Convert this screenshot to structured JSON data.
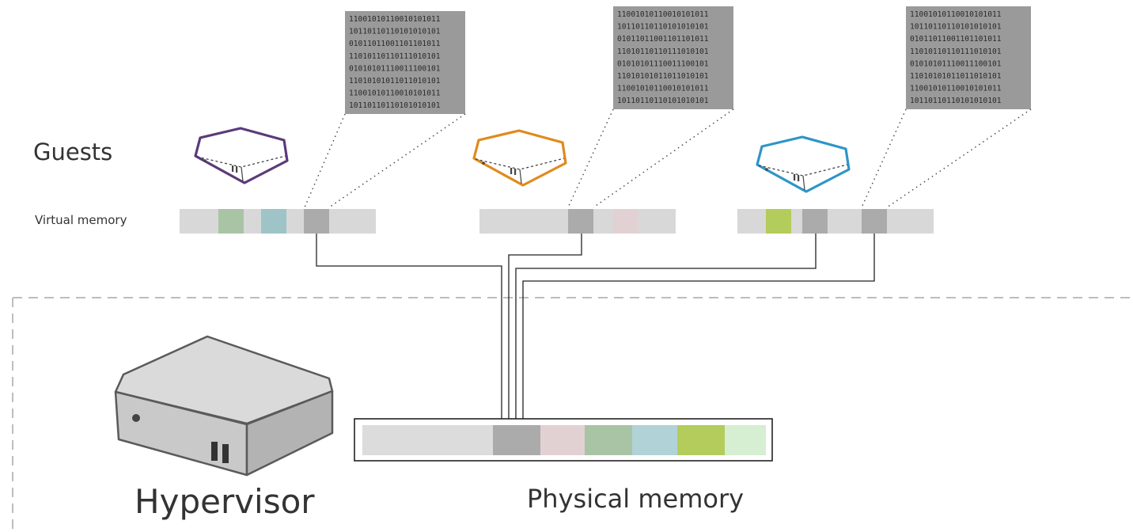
{
  "labels": {
    "guests": "Guests",
    "virtual_memory": "Virtual memory",
    "hypervisor": "Hypervisor",
    "physical_memory": "Physical memory"
  },
  "binary_lines": [
    "11001010110010101011",
    "10110110110101010101",
    "01011011001101101011",
    "11010110110111010101",
    "01010101110011100101",
    "11010101011011010101",
    "11001010110010101011",
    "10110110110101010101"
  ],
  "guests": [
    {
      "name": "guest-1",
      "color": "#5b3a7a"
    },
    {
      "name": "guest-2",
      "color": "#e08a1e"
    },
    {
      "name": "guest-3",
      "color": "#2e95c8"
    }
  ],
  "colors": {
    "page_gray": "#d8d8d8",
    "shared_page": "#ababab",
    "green": "#a9c4a5",
    "teal": "#9ec4c7",
    "pink": "#e2d1d3",
    "lime": "#b4cc5b",
    "light_green": "#d6eed2",
    "hypervisor_body": "#c9c9c9",
    "binary_bg": "#9a9a9a"
  }
}
